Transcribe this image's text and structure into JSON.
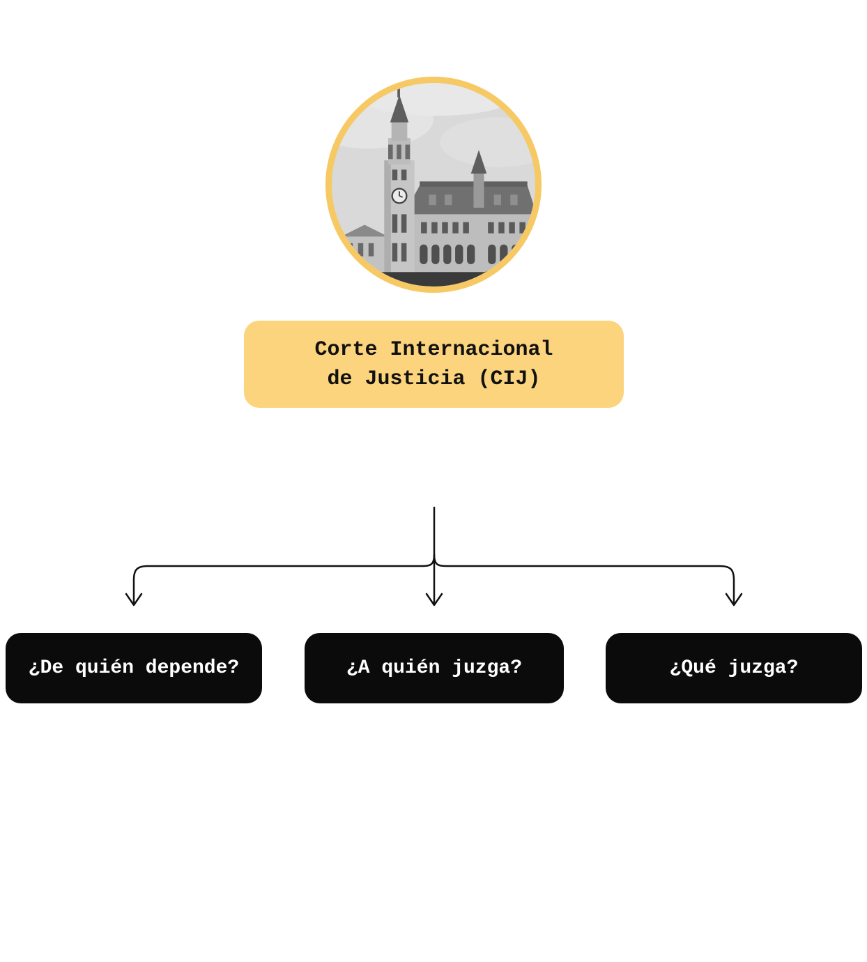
{
  "colors": {
    "page-bg": "#ffffff",
    "circle-border": "#F6C964",
    "root-bg": "#FBD47D",
    "root-text": "#111111",
    "child-bg": "#0B0B0B",
    "child-text": "#ffffff",
    "line": "#111111"
  },
  "diagram": {
    "photo": {
      "name": "peace-palace-photo",
      "alt": "Peace Palace building, black and white"
    },
    "root": {
      "label_line1": "Corte Internacional",
      "label_line2": "de Justicia (CIJ)"
    },
    "children": [
      {
        "label": "¿De quién depende?"
      },
      {
        "label": "¿A quién juzga?"
      },
      {
        "label": "¿Qué juzga?"
      }
    ]
  }
}
